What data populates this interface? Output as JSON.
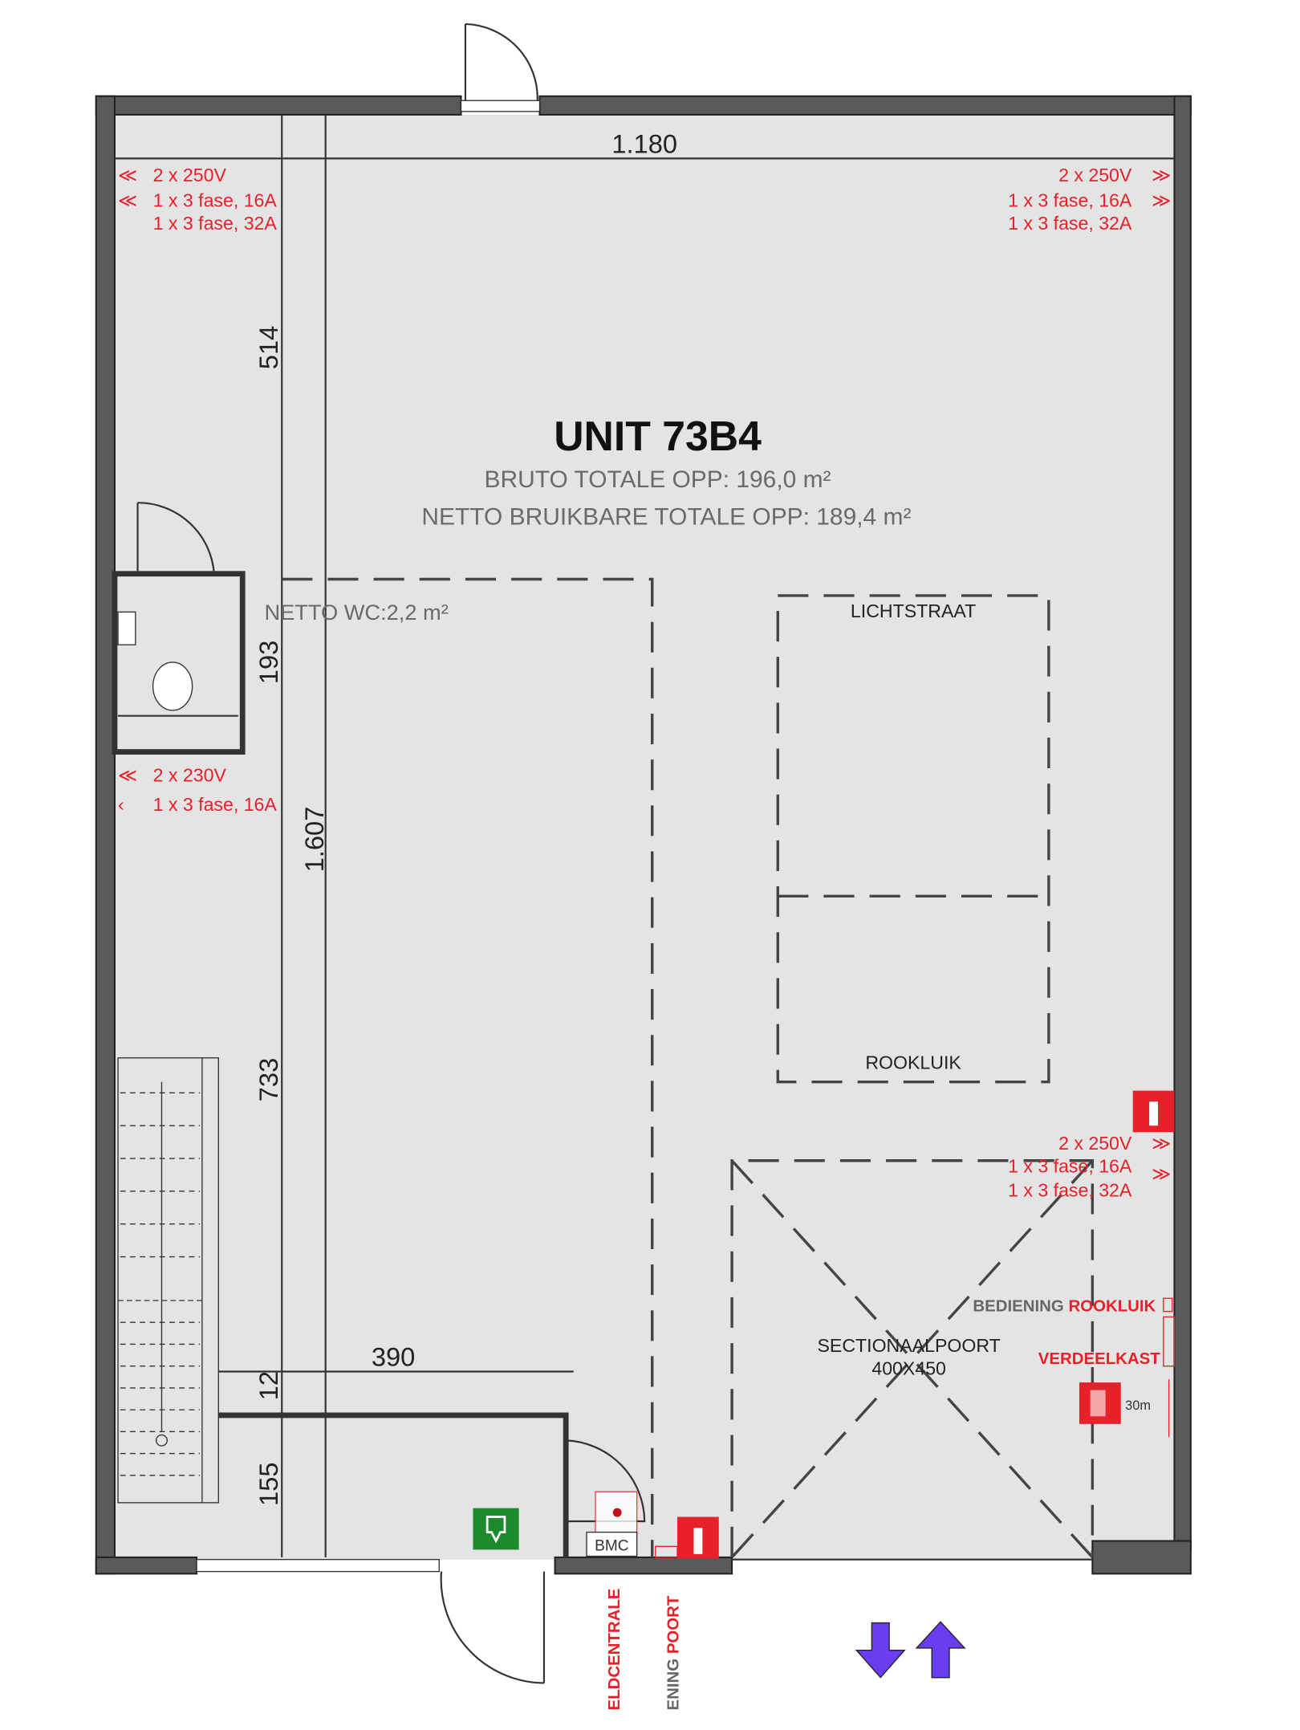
{
  "unit": {
    "title": "UNIT 73B4",
    "bruto": "BRUTO TOTALE OPP: 196,0 m²",
    "netto": "NETTO BRUIKBARE TOTALE OPP: 189,4 m²",
    "netto_wc": "NETTO WC:2,2 m²"
  },
  "dimensions": {
    "width_top": "1.180",
    "d514": "514",
    "d193": "193",
    "d1607": "1.607",
    "d733": "733",
    "d390": "390",
    "d12": "12",
    "d155": "155"
  },
  "outlets": {
    "top_left": [
      "2 x 250V",
      "1 x 3 fase, 16A",
      "1 x 3 fase, 32A"
    ],
    "top_right": [
      "2 x 250V",
      "1 x 3 fase, 16A",
      "1 x 3 fase, 32A"
    ],
    "mid_left": [
      "2 x 230V",
      "1 x 3 fase, 16A"
    ],
    "bottom_right": [
      "2 x 250V",
      "1 x 3 fase, 16A",
      "1 x 3 fase, 32A"
    ]
  },
  "labels": {
    "lichtstraat": "LICHTSTRAAT",
    "rookluik": "ROOKLUIK",
    "sectionaalpoort": "SECTIONAALPOORT",
    "poort_size": "400X450",
    "bediening": "BEDIENING",
    "bediening_rookluik": "ROOKLUIK",
    "verdeelkast": "VERDEELKAST",
    "hose_length": "30m",
    "bmc": "BMC",
    "meldcentrale": "ELDCENTRALE",
    "bediening_poort_gray": "ENING",
    "bediening_poort_red": "POORT"
  },
  "colors": {
    "red": "#e8202a",
    "exit_green": "#1e8a2e",
    "arrow_purple": "#6a3df0",
    "floor": "#e4e4e4",
    "wall": "#5a5a5a"
  }
}
